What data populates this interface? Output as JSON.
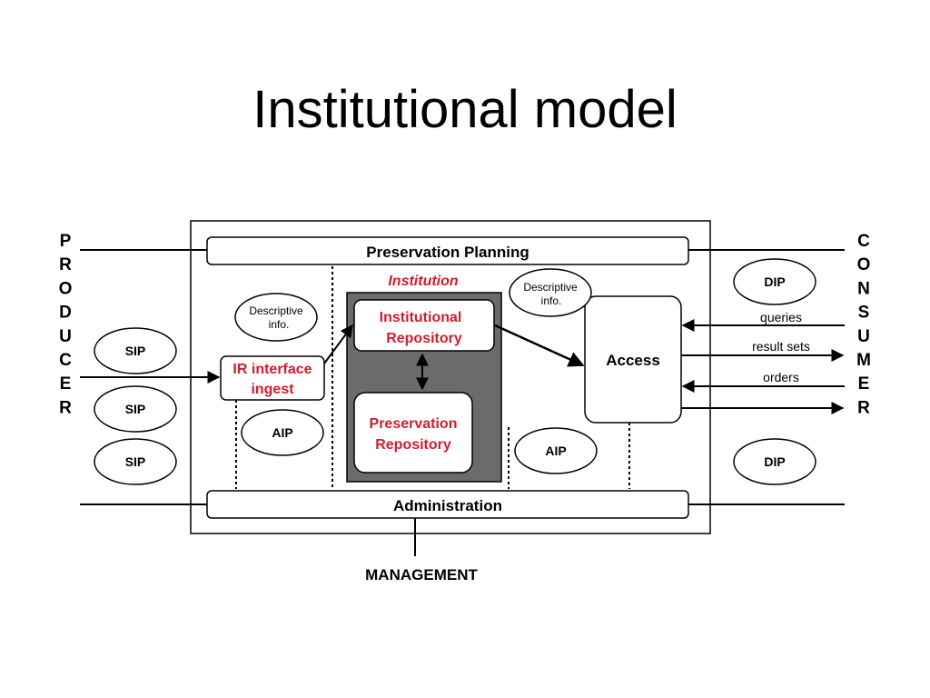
{
  "title": "Institutional model",
  "producer_letters": [
    "P",
    "R",
    "O",
    "D",
    "U",
    "C",
    "E",
    "R"
  ],
  "consumer_letters": [
    "C",
    "O",
    "N",
    "S",
    "U",
    "M",
    "E",
    "R"
  ],
  "labels": {
    "preservation_planning": "Preservation Planning",
    "administration": "Administration",
    "management": "MANAGEMENT",
    "institution": "Institution",
    "institutional_repository": [
      "Institutional",
      "Repository"
    ],
    "preservation_repository": [
      "Preservation",
      "Repository"
    ],
    "ir_interface": [
      "IR interface",
      "ingest"
    ],
    "access": "Access",
    "descriptive_info": [
      "Descriptive",
      "info."
    ],
    "sip": "SIP",
    "aip": "AIP",
    "dip": "DIP",
    "queries": "queries",
    "result_sets": "result sets",
    "orders": "orders"
  },
  "colors": {
    "accent_red": "#cc1f2e",
    "institution_fill": "#6b6b6b",
    "stroke": "#000000"
  }
}
